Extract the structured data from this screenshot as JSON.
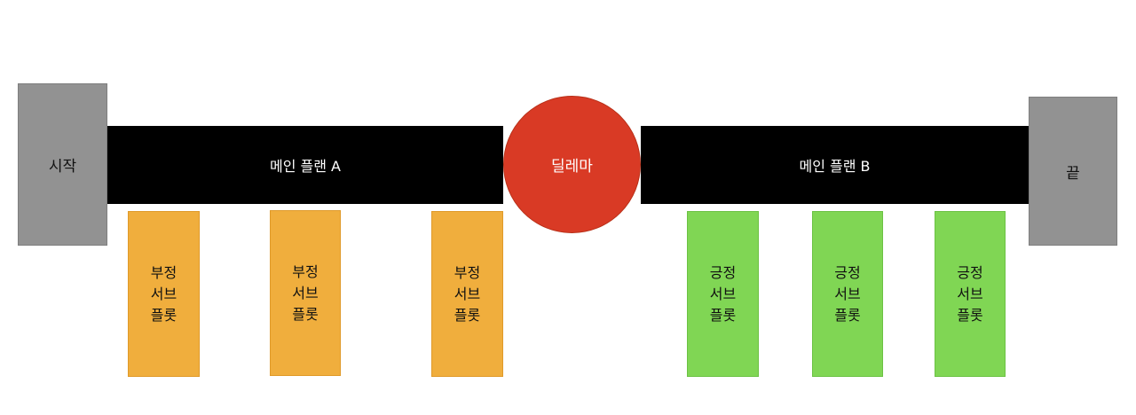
{
  "start": {
    "label": "시작"
  },
  "end": {
    "label": "끝"
  },
  "plan_a": {
    "label": "메인 플랜 A"
  },
  "plan_b": {
    "label": "메인 플랜 B"
  },
  "dilemma": {
    "label": "딜레마"
  },
  "negative_subplots": [
    {
      "line1": "부정",
      "line2": "서브",
      "line3": "플롯"
    },
    {
      "line1": "부정",
      "line2": "서브",
      "line3": "플롯"
    },
    {
      "line1": "부정",
      "line2": "서브",
      "line3": "플롯"
    }
  ],
  "positive_subplots": [
    {
      "line1": "긍정",
      "line2": "서브",
      "line3": "플롯"
    },
    {
      "line1": "긍정",
      "line2": "서브",
      "line3": "플롯"
    },
    {
      "line1": "긍정",
      "line2": "서브",
      "line3": "플롯"
    }
  ],
  "colors": {
    "endcap": "#929292",
    "plan": "#000000",
    "dilemma": "#d93a25",
    "negative": "#f0ae3d",
    "positive": "#80d654"
  }
}
